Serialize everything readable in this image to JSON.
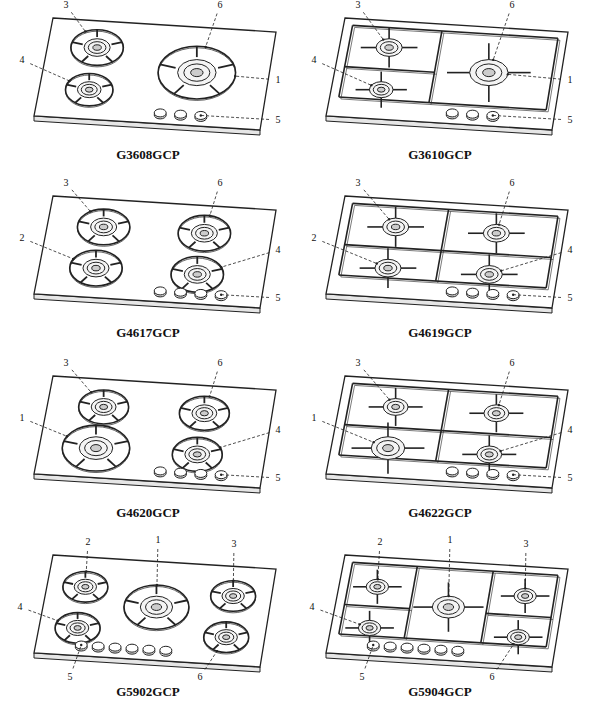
{
  "diagram": {
    "labels": [
      "3",
      "6",
      "4",
      "1",
      "5",
      "G3608GCP",
      "3",
      "6",
      "4",
      "1",
      "5",
      "G3610GCP",
      "3",
      "6",
      "2",
      "4",
      "5",
      "G4617GCP",
      "3",
      "6",
      "2",
      "4",
      "5",
      "G4619GCP",
      "3",
      "6",
      "1",
      "4",
      "5",
      "G4620GCP",
      "3",
      "6",
      "1",
      "4",
      "5",
      "G4622GCP",
      "2",
      "1",
      "3",
      "4",
      "5",
      "6",
      "G5902GCP",
      "2",
      "1",
      "3",
      "4",
      "5",
      "6",
      "G5904GCP"
    ]
  }
}
